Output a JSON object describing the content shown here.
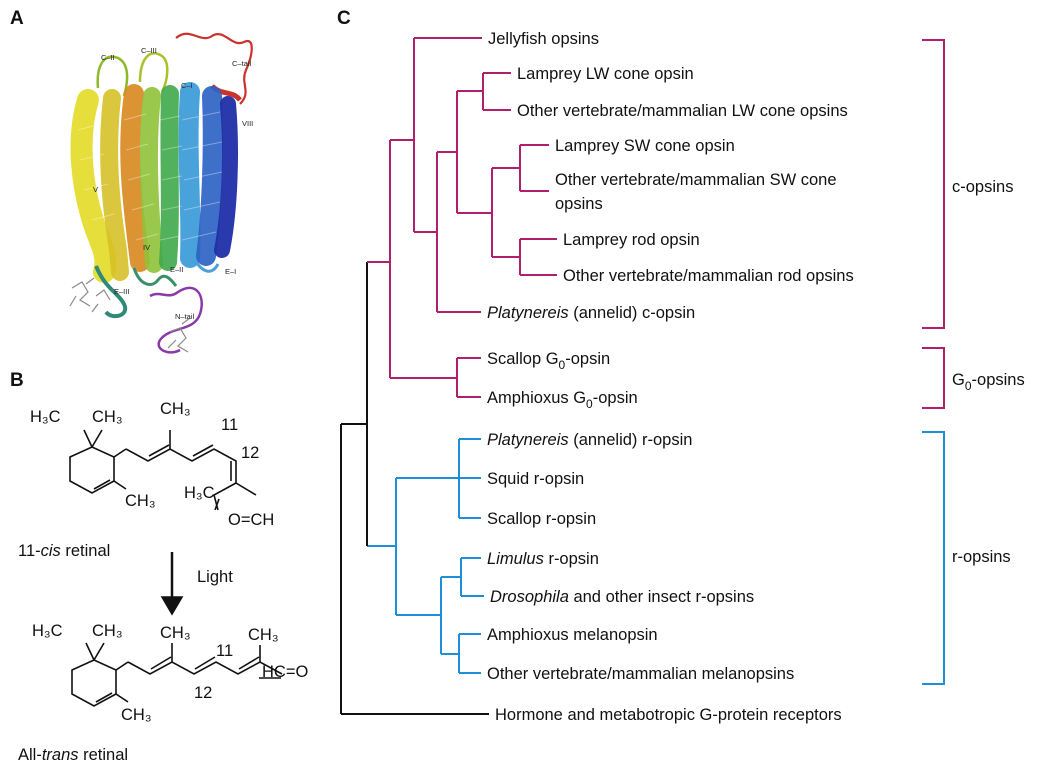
{
  "panels": {
    "a": "A",
    "b": "B",
    "c": "C"
  },
  "structure_labels": {
    "c2": "C–II",
    "c3": "C–III",
    "ctail": "C–tail",
    "c1": "C–I",
    "h8": "VIII",
    "h5": "V",
    "h4": "IV",
    "e2": "E–II",
    "e1": "E–I",
    "e3": "E–III",
    "ntail": "N–tail"
  },
  "retinal": {
    "cis_label": {
      "prefix": "11-",
      "em": "cis",
      "suffix": " retinal"
    },
    "trans_label": {
      "prefix": "All-",
      "em": "trans",
      "suffix": " retinal"
    },
    "arrow_label": "Light",
    "h3c": "H₃C",
    "ch3": "CH₃",
    "oc_h": "O=CH",
    "hc_o": "HC=O",
    "n11": "11",
    "n12": "12"
  },
  "tree": {
    "leaves": [
      {
        "parts": [
          {
            "t": "Jellyfish opsins"
          }
        ]
      },
      {
        "parts": [
          {
            "t": "Lamprey LW cone opsin"
          }
        ]
      },
      {
        "parts": [
          {
            "t": "Other vertebrate/mammalian LW cone opsins"
          }
        ]
      },
      {
        "parts": [
          {
            "t": "Lamprey SW cone opsin"
          }
        ]
      },
      {
        "parts": [
          {
            "t": "Other vertebrate/mammalian SW cone"
          }
        ],
        "line2": "opsins"
      },
      {
        "parts": [
          {
            "t": "Lamprey rod opsin"
          }
        ]
      },
      {
        "parts": [
          {
            "t": "Other vertebrate/mammalian rod opsins"
          }
        ]
      },
      {
        "parts": [
          {
            "t": "Platynereis",
            "i": true
          },
          {
            "t": " (annelid) c-opsin"
          }
        ]
      },
      {
        "parts": [
          {
            "t": "Scallop G"
          },
          {
            "t": "0",
            "sub": true
          },
          {
            "t": "-opsin"
          }
        ]
      },
      {
        "parts": [
          {
            "t": "Amphioxus G"
          },
          {
            "t": "0",
            "sub": true
          },
          {
            "t": "-opsin"
          }
        ]
      },
      {
        "parts": [
          {
            "t": "Platynereis",
            "i": true
          },
          {
            "t": " (annelid) r-opsin"
          }
        ]
      },
      {
        "parts": [
          {
            "t": "Squid r-opsin"
          }
        ]
      },
      {
        "parts": [
          {
            "t": "Scallop r-opsin"
          }
        ]
      },
      {
        "parts": [
          {
            "t": "Limulus",
            "i": true
          },
          {
            "t": " r-opsin"
          }
        ]
      },
      {
        "parts": [
          {
            "t": "Drosophila",
            "i": true
          },
          {
            "t": " and other insect r-opsins"
          }
        ]
      },
      {
        "parts": [
          {
            "t": "Amphioxus melanopsin"
          }
        ]
      },
      {
        "parts": [
          {
            "t": "Other vertebrate/mammalian melanopsins"
          }
        ]
      },
      {
        "parts": [
          {
            "t": "Hormone and metabotropic G-protein receptors"
          }
        ]
      }
    ],
    "groups": [
      {
        "parts": [
          {
            "t": "c-opsins"
          }
        ],
        "color": "#b01e6e"
      },
      {
        "parts": [
          {
            "t": "G"
          },
          {
            "t": "0",
            "sub": true
          },
          {
            "t": "-opsins"
          }
        ],
        "color": "#b01e6e"
      },
      {
        "parts": [
          {
            "t": "r-opsins"
          }
        ],
        "color": "#1e8fd6"
      }
    ],
    "colors": {
      "c_clade": "#b01e6e",
      "r_clade": "#1e8fd6",
      "root": "#111111"
    }
  }
}
